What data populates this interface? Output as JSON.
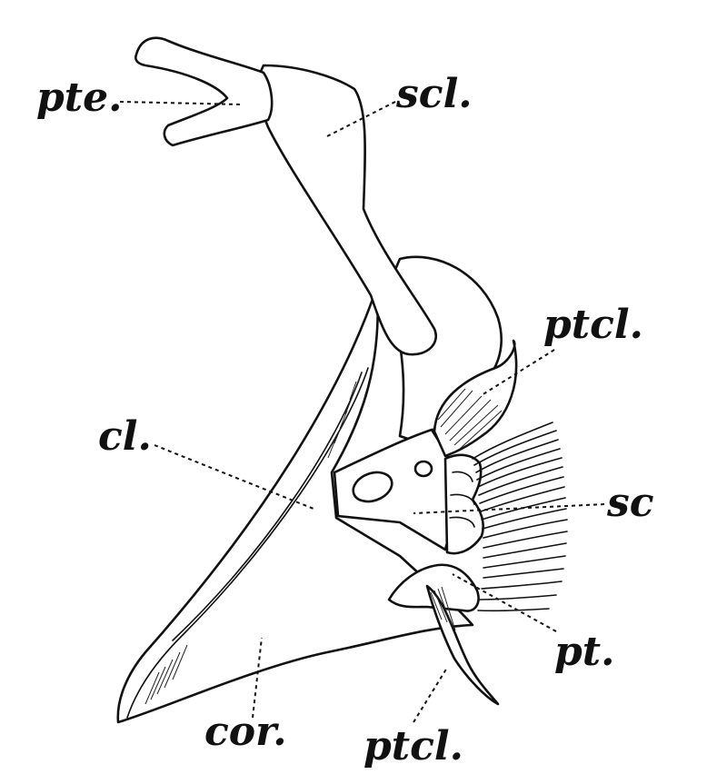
{
  "labels": {
    "pte": "pte.",
    "scl": "scl.",
    "ptcl_upper": "ptcl.",
    "cl": "cl.",
    "sc": "sc",
    "pt": "pt.",
    "cor": "cor.",
    "ptcl_lower": "ptcl."
  }
}
